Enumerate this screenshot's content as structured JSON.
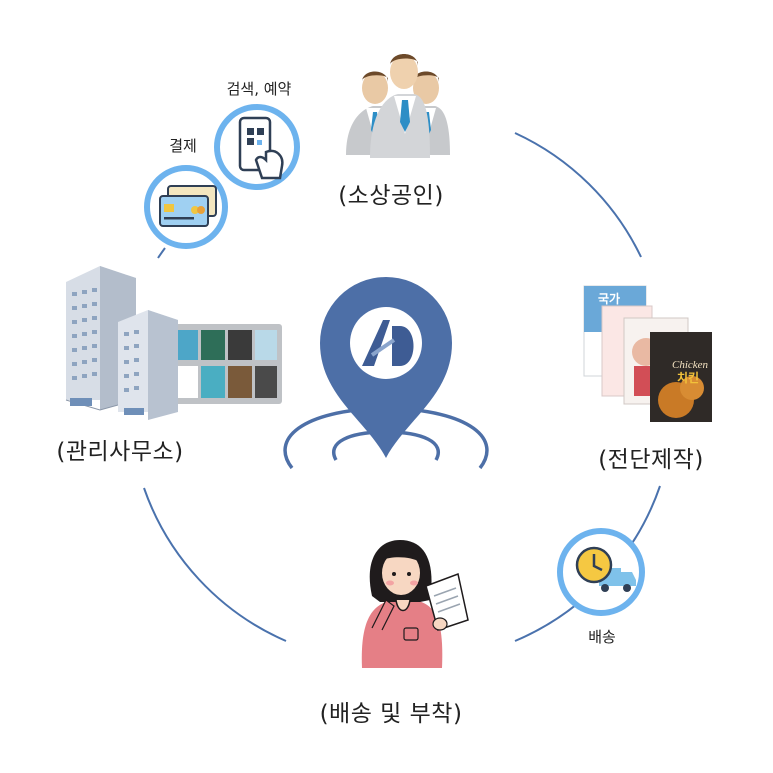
{
  "nodes": {
    "top": {
      "label": "(소상공인)"
    },
    "right": {
      "label": "(전단제작)"
    },
    "bottom": {
      "label": "(배송 및 부착)"
    },
    "left": {
      "label": "(관리사무소)"
    }
  },
  "badges": {
    "search": {
      "label": "검색, 예약",
      "icon": "smartphone-qr-icon"
    },
    "payment": {
      "label": "결제",
      "icon": "credit-card-icon"
    },
    "delivery": {
      "label": "배송",
      "icon": "delivery-truck-clock-icon"
    }
  },
  "center": {
    "logo_text": "AD",
    "icon": "map-pin-icon"
  },
  "flyer_text": {
    "title": "국가",
    "chicken_en": "Chicken",
    "chicken_ko": "치킨"
  },
  "colors": {
    "ring": "#4a72ad",
    "badge_ring": "#6db3ee",
    "pin": "#4d6fa7",
    "pin_dark": "#3e5c94",
    "text": "#222222"
  }
}
